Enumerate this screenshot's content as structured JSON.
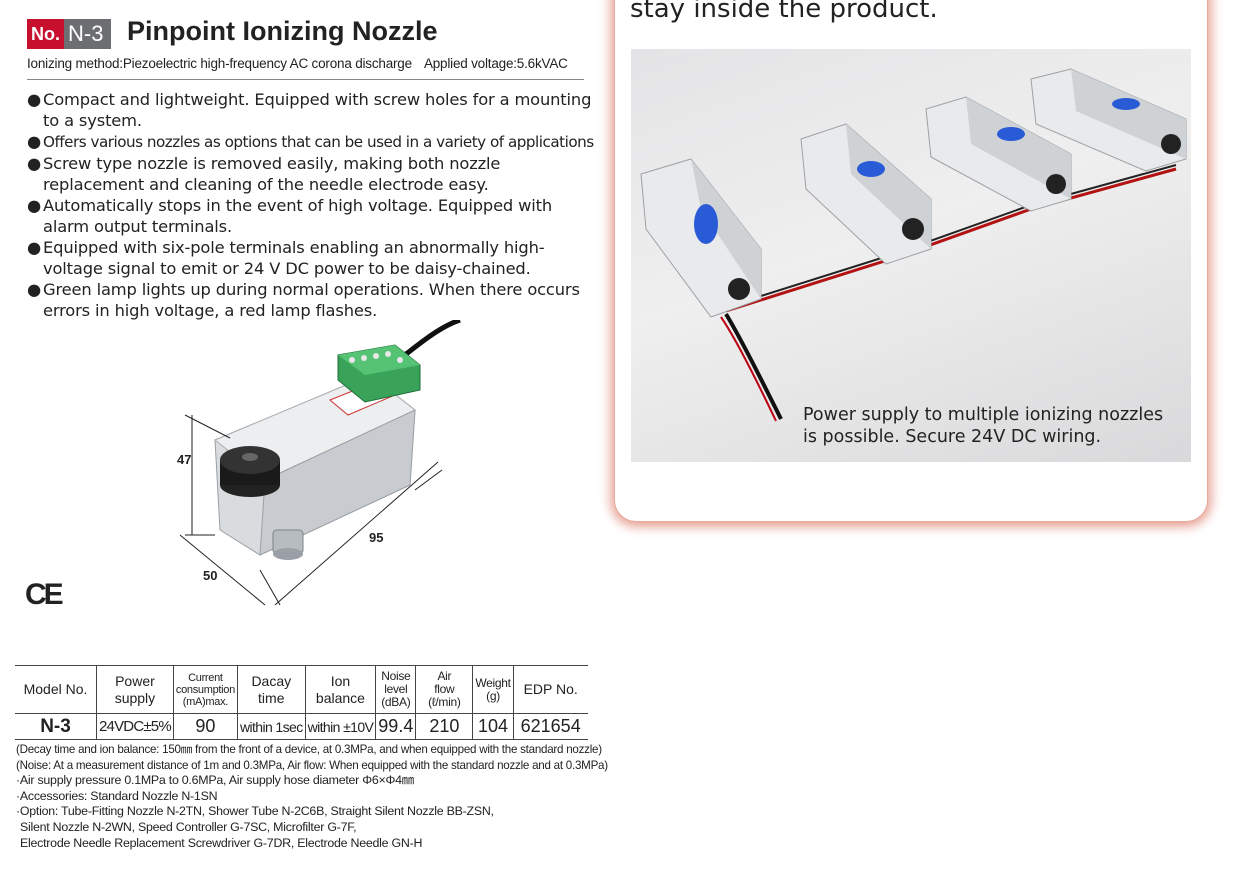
{
  "header": {
    "no_label": "No.",
    "model_code": "N-3",
    "title": "Pinpoint Ionizing Nozzle",
    "method": "Ionizing method:Piezoelectric high-frequency AC corona discharge",
    "voltage": "Applied voltage:5.6kVAC"
  },
  "features": [
    "Compact and lightweight. Equipped with screw holes for a mounting to a system.",
    "Offers various nozzles as options that can be used in a variety of applications",
    "Screw type nozzle is removed easily, making both nozzle replacement and cleaning of the needle electrode easy.",
    "Automatically stops in the event of high voltage. Equipped with alarm output terminals.",
    "Equipped with six-pole terminals enabling an abnormally high-voltage signal to emit or 24 V DC power to be daisy-chained.",
    "Green lamp lights up during normal operations. When there occurs errors in high voltage, a red lamp flashes."
  ],
  "bullet": "●",
  "dimensions": {
    "height": "47",
    "length": "95",
    "width": "50"
  },
  "ce_mark": "CE",
  "spec_table": {
    "headers": [
      [
        "Model No."
      ],
      [
        "Power",
        "supply"
      ],
      [
        "Current",
        "consumption",
        "(mA)max."
      ],
      [
        "Dacay",
        "time"
      ],
      [
        "Ion",
        "balance"
      ],
      [
        "Noise",
        "level",
        "(dBA)"
      ],
      [
        "Air",
        "flow",
        "(ℓ/min)"
      ],
      [
        "Weight",
        "(g)"
      ],
      [
        "EDP No."
      ]
    ],
    "row": [
      "N-3",
      "24VDC±5%",
      "90",
      "within 1sec",
      "within ±10V",
      "99.4",
      "210",
      "104",
      "621654"
    ]
  },
  "notes": [
    "(Decay time and ion balance: 150㎜ from the front of a device, at 0.3MPa, and when equipped with the standard nozzle)",
    "(Noise: At a measurement distance of 1m and 0.3MPa, Air flow: When equipped with the standard nozzle and at 0.3MPa)",
    "·Air supply pressure 0.1MPa to 0.6MPa, Air supply hose diameter Φ6×Φ4㎜",
    "·Accessories: Standard Nozzle N-1SN",
    "·Option: Tube-Fitting Nozzle N-2TN, Shower Tube N-2C6B, Straight Silent Nozzle BB-ZSN,",
    " Silent Nozzle N-2WN, Speed Controller G-7SC, Microfilter G-7F,",
    " Electrode Needle Replacement Screwdriver G-7DR, Electrode Needle GN-H"
  ],
  "panel": {
    "heading": "stay inside the product.",
    "caption_line1": "Power supply to multiple ionizing nozzles",
    "caption_line2": "is possible. Secure 24V DC wiring."
  }
}
